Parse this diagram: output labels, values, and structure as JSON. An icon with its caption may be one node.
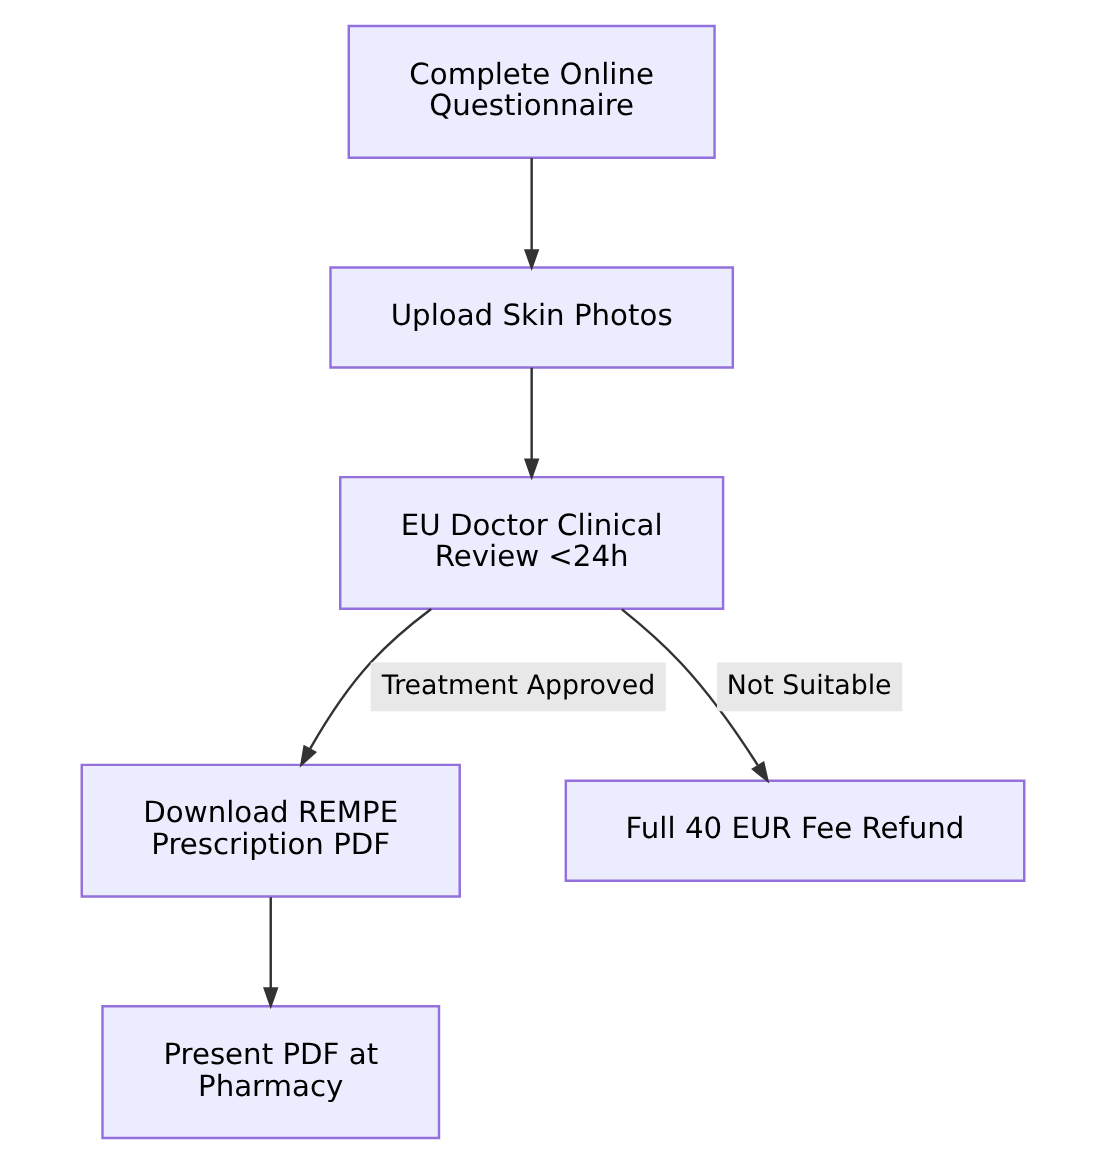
{
  "diagram": {
    "nodes": [
      {
        "text": [
          "Complete Online Questionnaire"
        ]
      },
      {
        "text": [
          "Upload Skin Photos"
        ]
      },
      {
        "text": [
          "EU Doctor Clinical Review <24h"
        ]
      },
      {
        "text": [
          "Download REMPE Prescription PDF"
        ]
      },
      {
        "text": [
          "Full 40 EUR Fee Refund"
        ]
      },
      {
        "text": [
          "Present PDF at Pharmacy"
        ]
      }
    ],
    "edges": [
      {
        "from": 0,
        "to": 1,
        "arrow": "to"
      },
      {
        "from": 1,
        "to": 2,
        "arrow": "to"
      },
      {
        "from": 2,
        "to": 3,
        "arrow": "to",
        "label": "Treatment Approved"
      },
      {
        "from": 2,
        "to": 4,
        "arrow": "to",
        "label": "Not Suitable"
      },
      {
        "from": 3,
        "to": 5,
        "arrow": "to"
      }
    ]
  }
}
